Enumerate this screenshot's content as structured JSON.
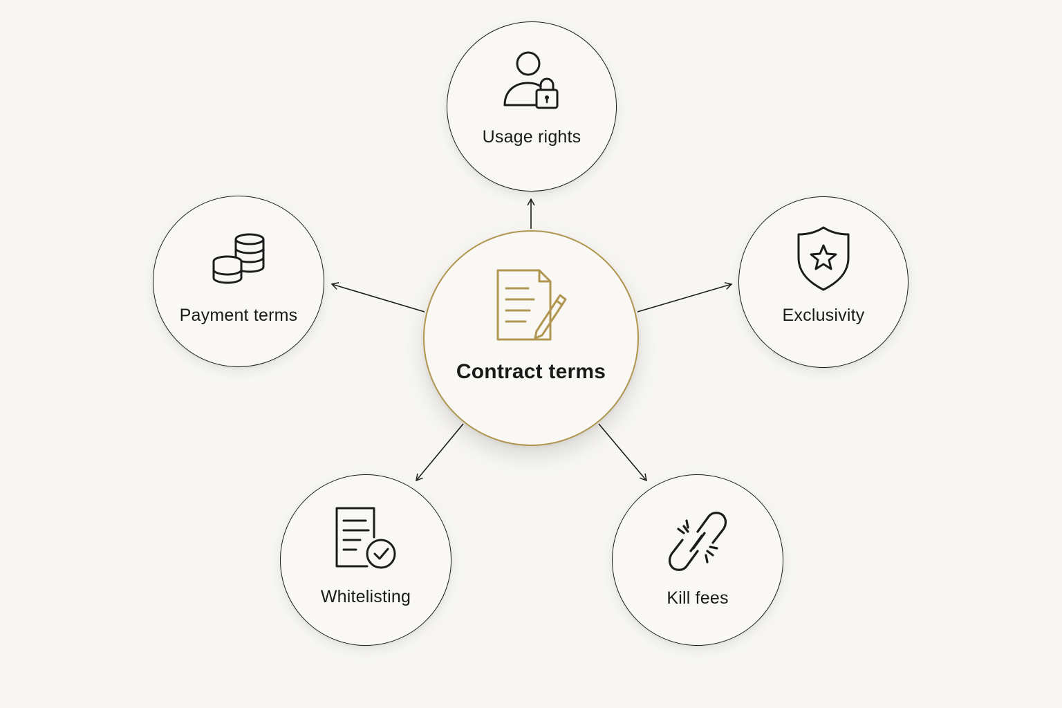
{
  "diagram": {
    "center": {
      "label": "Contract terms",
      "icon": "contract-pen-icon",
      "accent_color": "#b09650"
    },
    "nodes": [
      {
        "id": "usage",
        "label": "Usage rights",
        "icon": "user-lock-icon"
      },
      {
        "id": "payment",
        "label": "Payment terms",
        "icon": "coins-icon"
      },
      {
        "id": "exclusivity",
        "label": "Exclusivity",
        "icon": "shield-star-icon"
      },
      {
        "id": "whitelisting",
        "label": "Whitelisting",
        "icon": "document-check-icon"
      },
      {
        "id": "killfees",
        "label": "Kill fees",
        "icon": "broken-link-icon"
      }
    ],
    "edges": [
      {
        "from": "center",
        "to": "usage"
      },
      {
        "from": "center",
        "to": "payment"
      },
      {
        "from": "center",
        "to": "exclusivity"
      },
      {
        "from": "center",
        "to": "whitelisting"
      },
      {
        "from": "center",
        "to": "killfees"
      }
    ],
    "colors": {
      "background": "#f7f6f2",
      "line": "#1c1c1c",
      "accent": "#b09650"
    }
  }
}
